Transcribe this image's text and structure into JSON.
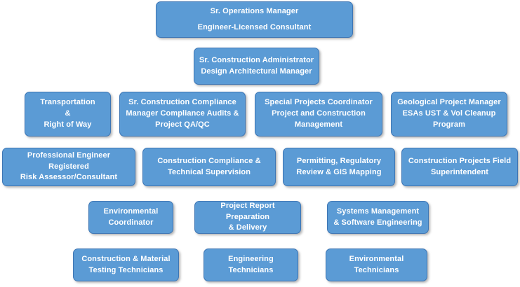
{
  "chart_data": {
    "type": "diagram",
    "title": "Organizational Chart",
    "diagram_kind": "org-chart",
    "background_color": "#FFFFFF",
    "node_fill_color": "#5B9BD5",
    "node_border_color": "#3E76B4",
    "node_text_color": "#FFFFFF",
    "levels": 6,
    "node_count": 16,
    "connectors_visible": false,
    "nodes": [
      {
        "id": "n1",
        "level": 1,
        "text": "Sr. Operations Manager\nEngineer-Licensed Consultant"
      },
      {
        "id": "n2",
        "level": 2,
        "text": "Sr. Construction Administrator\nDesign Architectural Manager"
      },
      {
        "id": "n3",
        "level": 3,
        "text": "Transportation\n&\nRight of Way"
      },
      {
        "id": "n4",
        "level": 3,
        "text": "Sr. Construction Compliance\nManager Compliance Audits &\nProject QA/QC"
      },
      {
        "id": "n5",
        "level": 3,
        "text": "Special Projects Coordinator\nProject and Construction\nManagement"
      },
      {
        "id": "n6",
        "level": 3,
        "text": "Geological Project Manager\nESAs UST & Vol Cleanup\nProgram"
      },
      {
        "id": "n7",
        "level": 4,
        "text": "Professional Engineer Registered\nRisk Assessor/Consultant"
      },
      {
        "id": "n8",
        "level": 4,
        "text": "Construction Compliance &\nTechnical Supervision"
      },
      {
        "id": "n9",
        "level": 4,
        "text": "Permitting, Regulatory\nReview & GIS Mapping"
      },
      {
        "id": "n10",
        "level": 4,
        "text": "Construction Projects Field\nSuperintendent"
      },
      {
        "id": "n11",
        "level": 5,
        "text": "Environmental\nCoordinator"
      },
      {
        "id": "n12",
        "level": 5,
        "text": "Project Report Preparation\n& Delivery"
      },
      {
        "id": "n13",
        "level": 5,
        "text": "Systems Management\n& Software Engineering"
      },
      {
        "id": "n14",
        "level": 6,
        "text": "Construction & Material\nTesting Technicians"
      },
      {
        "id": "n15",
        "level": 6,
        "text": "Engineering\nTechnicians"
      },
      {
        "id": "n16",
        "level": 6,
        "text": "Environmental\nTechnicians"
      }
    ]
  },
  "chart": {
    "nodes": {
      "n1": {
        "label": "Sr. Operations Manager\nEngineer-Licensed Consultant"
      },
      "n2": {
        "label": "Sr. Construction Administrator\nDesign Architectural Manager"
      },
      "n3": {
        "label": "Transportation\n&\nRight of Way"
      },
      "n4": {
        "label": "Sr. Construction Compliance\nManager Compliance Audits &\nProject QA/QC"
      },
      "n5": {
        "label": "Special Projects Coordinator\nProject and Construction\nManagement"
      },
      "n6": {
        "label": "Geological Project Manager\nESAs UST & Vol Cleanup\nProgram"
      },
      "n7": {
        "label": "Professional Engineer Registered\nRisk Assessor/Consultant"
      },
      "n8": {
        "label": "Construction Compliance &\nTechnical Supervision"
      },
      "n9": {
        "label": "Permitting, Regulatory\nReview & GIS Mapping"
      },
      "n10": {
        "label": "Construction Projects Field\nSuperintendent"
      },
      "n11": {
        "label": "Environmental\nCoordinator"
      },
      "n12": {
        "label": "Project Report Preparation\n& Delivery"
      },
      "n13": {
        "label": "Systems Management\n& Software Engineering"
      },
      "n14": {
        "label": "Construction & Material\nTesting Technicians"
      },
      "n15": {
        "label": "Engineering\nTechnicians"
      },
      "n16": {
        "label": "Environmental\nTechnicians"
      }
    }
  }
}
